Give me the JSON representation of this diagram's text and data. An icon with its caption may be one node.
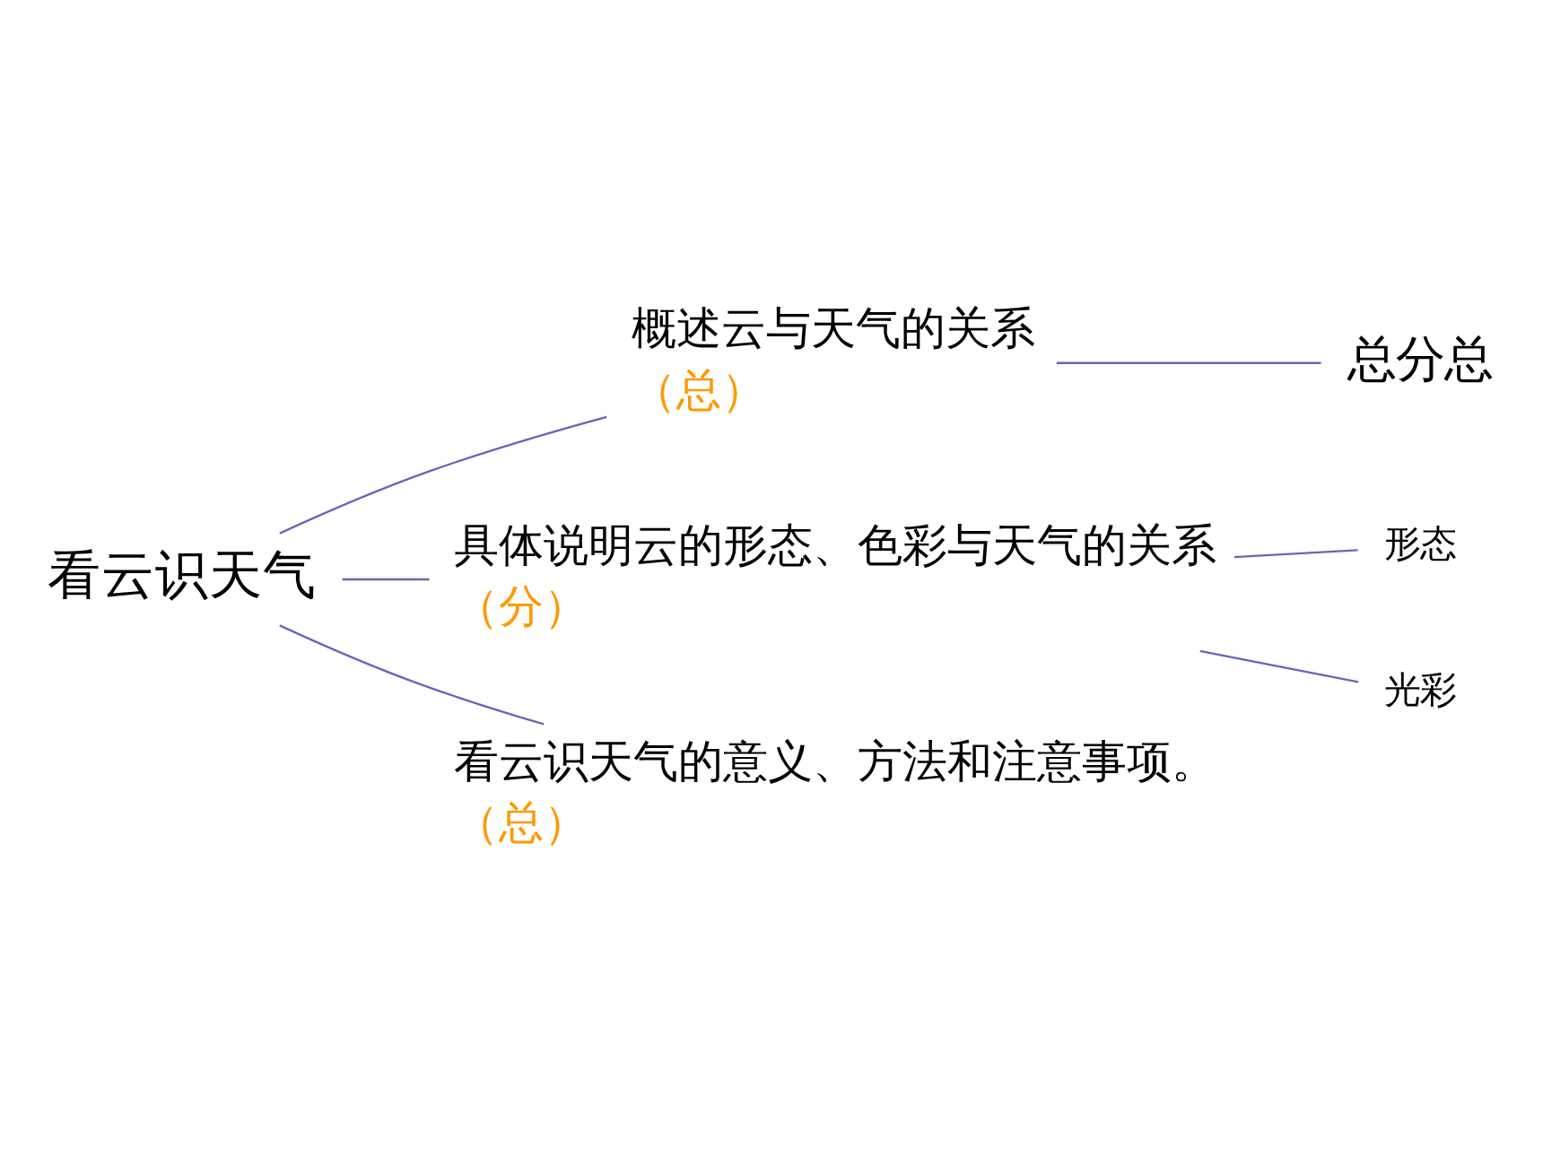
{
  "diagram": {
    "nodes": [
      {
        "text": [
          "看云识天气"
        ]
      },
      {
        "text": [
          "概述云与天气的关系",
          "（总）"
        ]
      },
      {
        "text": [
          "具体说明云的形态、色彩与天气的关系",
          "（分）"
        ]
      },
      {
        "text": [
          "形态"
        ]
      },
      {
        "text": [
          "光彩"
        ]
      },
      {
        "text": [
          "看云识天气的意义、方法和注意事项。",
          "（总）"
        ]
      },
      {
        "text": [
          "总分总"
        ]
      }
    ],
    "edges": [
      {
        "from": 0,
        "to": 1,
        "arrow": "none"
      },
      {
        "from": 0,
        "to": 2,
        "arrow": "none"
      },
      {
        "from": 0,
        "to": 5,
        "arrow": "none"
      },
      {
        "from": 2,
        "to": 3,
        "arrow": "none"
      },
      {
        "from": 2,
        "to": 4,
        "arrow": "none"
      },
      {
        "from": 1,
        "to": 6,
        "arrow": "none"
      }
    ]
  }
}
